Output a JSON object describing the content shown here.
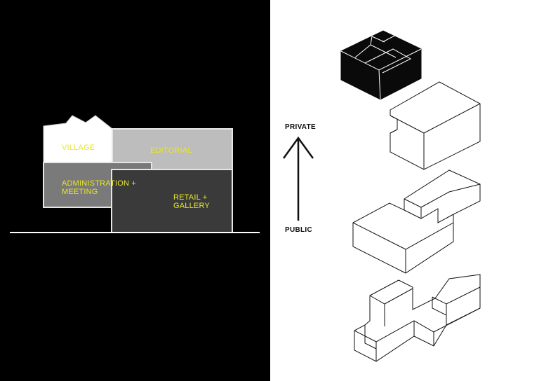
{
  "section_diagram": {
    "blocks": [
      {
        "id": "village",
        "label": "VILLAGE",
        "fill": "#ffffff"
      },
      {
        "id": "editorial",
        "label": "EDITORIAL",
        "fill": "#bdbdbd"
      },
      {
        "id": "administration",
        "label": "ADMINISTRATION +\nMEETING",
        "fill": "#7a7a7a"
      },
      {
        "id": "retail",
        "label": "RETAIL +\nGALLERY",
        "fill": "#3a3a3a"
      }
    ],
    "label_color": "#e8e62a"
  },
  "privacy_axis": {
    "top_label": "PRIVATE",
    "bottom_label": "PUBLIC"
  }
}
